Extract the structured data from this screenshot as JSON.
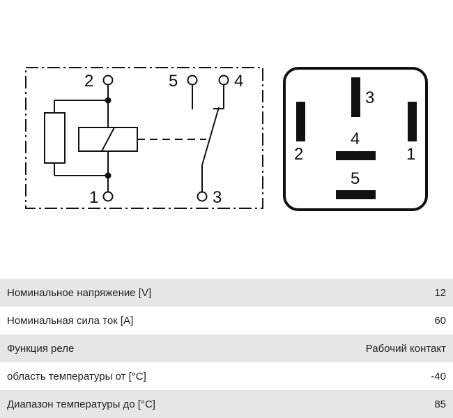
{
  "schematic": {
    "pins": {
      "p1": "1",
      "p2": "2",
      "p3": "3",
      "p4": "4",
      "p5": "5"
    }
  },
  "socket_view": {
    "pins": {
      "p1": "1",
      "p2": "2",
      "p3": "3",
      "p4": "4",
      "p5": "5"
    }
  },
  "specs": {
    "rows": [
      {
        "label": "Номинальное напряжение [V]",
        "value": "12"
      },
      {
        "label": "Номинальная сила ток [A]",
        "value": "60"
      },
      {
        "label": "Функция реле",
        "value": "Рабочий контакт"
      },
      {
        "label": "область температуры от [°C]",
        "value": "-40"
      },
      {
        "label": "Диапазон температуры до [°C]",
        "value": "85"
      }
    ]
  }
}
